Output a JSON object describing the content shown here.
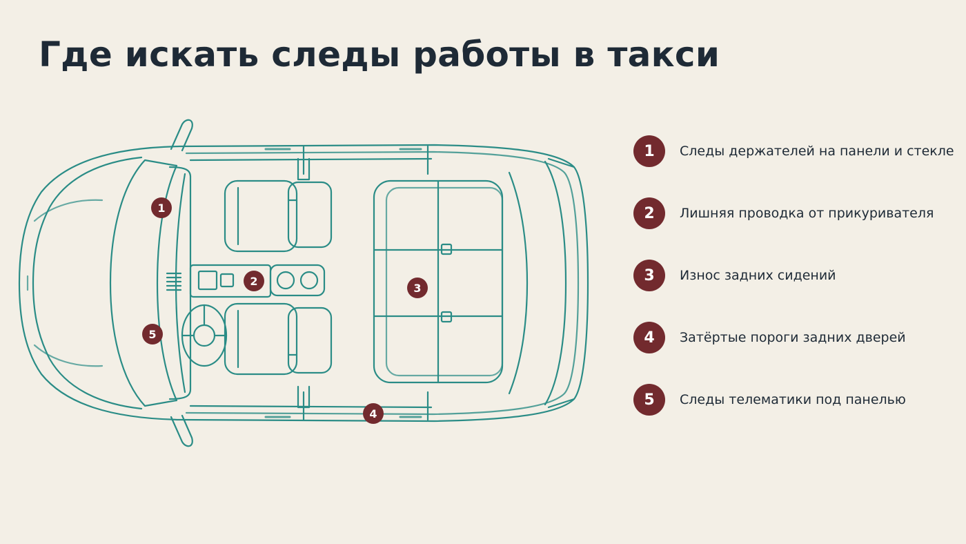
{
  "title": "Где искать следы работы в такси",
  "colors": {
    "background": "#f3efe6",
    "outline": "#2a8c86",
    "marker": "#722a2e",
    "text": "#1e2a36"
  },
  "diagram": {
    "markers": [
      {
        "number": "1",
        "target": "dashboard-windshield"
      },
      {
        "number": "2",
        "target": "center-console"
      },
      {
        "number": "3",
        "target": "rear-seat"
      },
      {
        "number": "4",
        "target": "rear-door-sill"
      },
      {
        "number": "5",
        "target": "under-dashboard"
      }
    ]
  },
  "legend": {
    "items": [
      {
        "number": "1",
        "label": "Следы держателей на панели и стекле"
      },
      {
        "number": "2",
        "label": "Лишняя проводка от прикуривателя"
      },
      {
        "number": "3",
        "label": "Износ задних сидений"
      },
      {
        "number": "4",
        "label": "Затёртые пороги задних дверей"
      },
      {
        "number": "5",
        "label": "Следы телематики под панелью"
      }
    ]
  }
}
